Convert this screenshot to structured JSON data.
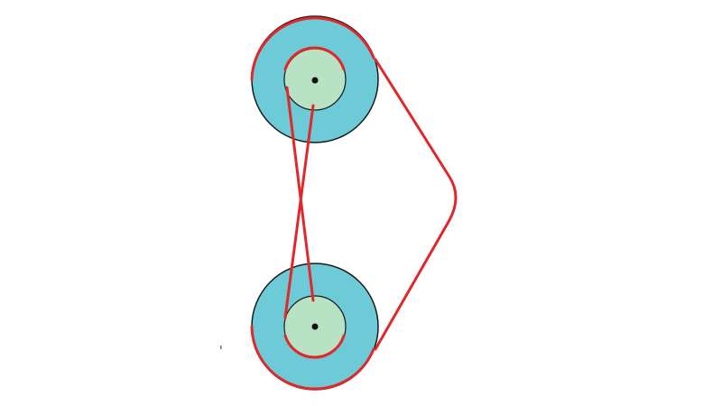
{
  "diagram": {
    "pulleys": [
      {
        "id": "top",
        "center_mark": "dot"
      },
      {
        "id": "bottom",
        "center_mark": "dot"
      }
    ],
    "belts": [
      {
        "id": "outer-open-belt"
      },
      {
        "id": "crossed-belt"
      }
    ]
  },
  "colors": {
    "outer_disk": "#6ccbd6",
    "inner_hub": "#b7e2c3",
    "belt": "#e0272a",
    "outline": "#1a1a1a",
    "center_dot": "#111111",
    "background": "#ffffff"
  }
}
